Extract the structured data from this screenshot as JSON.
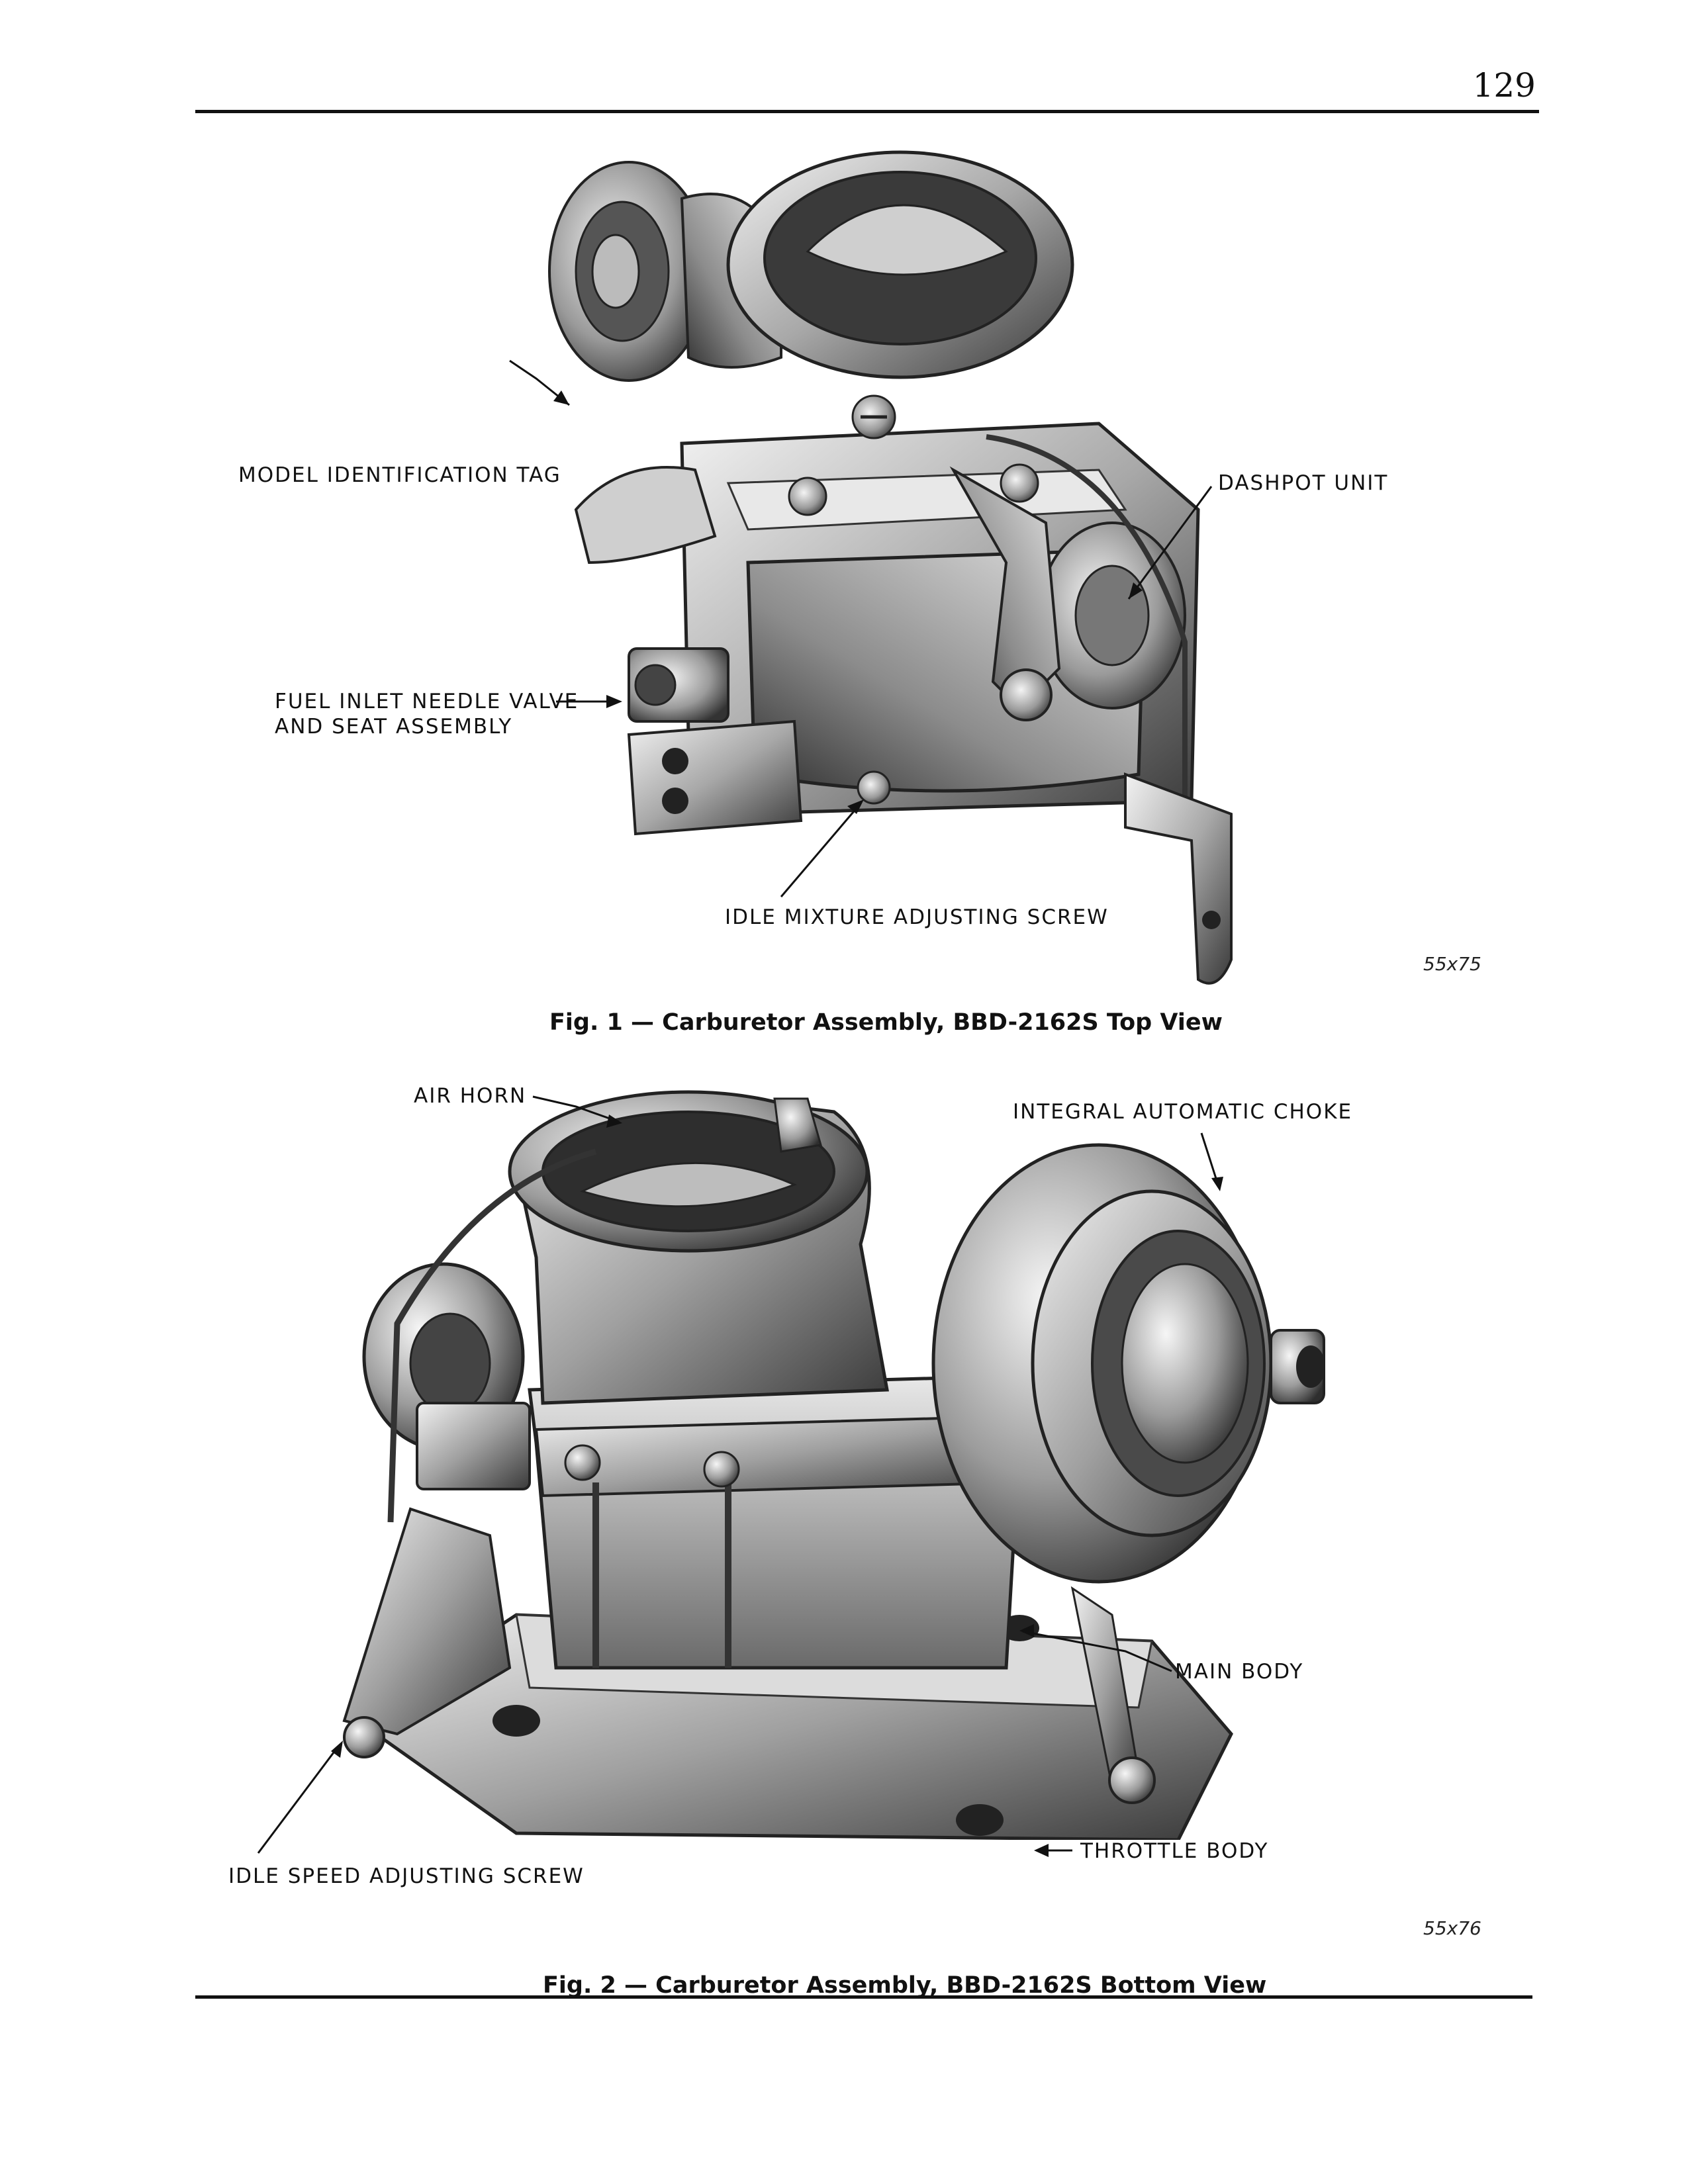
{
  "header": {
    "page_number": "129"
  },
  "figure1": {
    "labels": {
      "model_tag": "MODEL IDENTIFICATION TAG",
      "dashpot": "DASHPOT UNIT",
      "fuel_inlet_line1": "FUEL INLET NEEDLE VALVE",
      "fuel_inlet_line2": "AND SEAT ASSEMBLY",
      "idle_mixture": "IDLE MIXTURE ADJUSTING SCREW"
    },
    "code": "55x75",
    "caption": "Fig. 1 — Carburetor Assembly, BBD-2162S Top View"
  },
  "figure2": {
    "labels": {
      "air_horn": "AIR HORN",
      "choke": "INTEGRAL AUTOMATIC CHOKE",
      "main_body": "MAIN BODY",
      "throttle_body": "THROTTLE BODY",
      "idle_speed": "IDLE SPEED ADJUSTING SCREW"
    },
    "code": "55x76",
    "caption": "Fig. 2 — Carburetor Assembly, BBD-2162S Bottom View"
  },
  "colors": {
    "ink": "#111111",
    "metal_light": "#d9d9d9",
    "metal_mid": "#9a9a9a",
    "metal_dark": "#3c3c3c"
  }
}
